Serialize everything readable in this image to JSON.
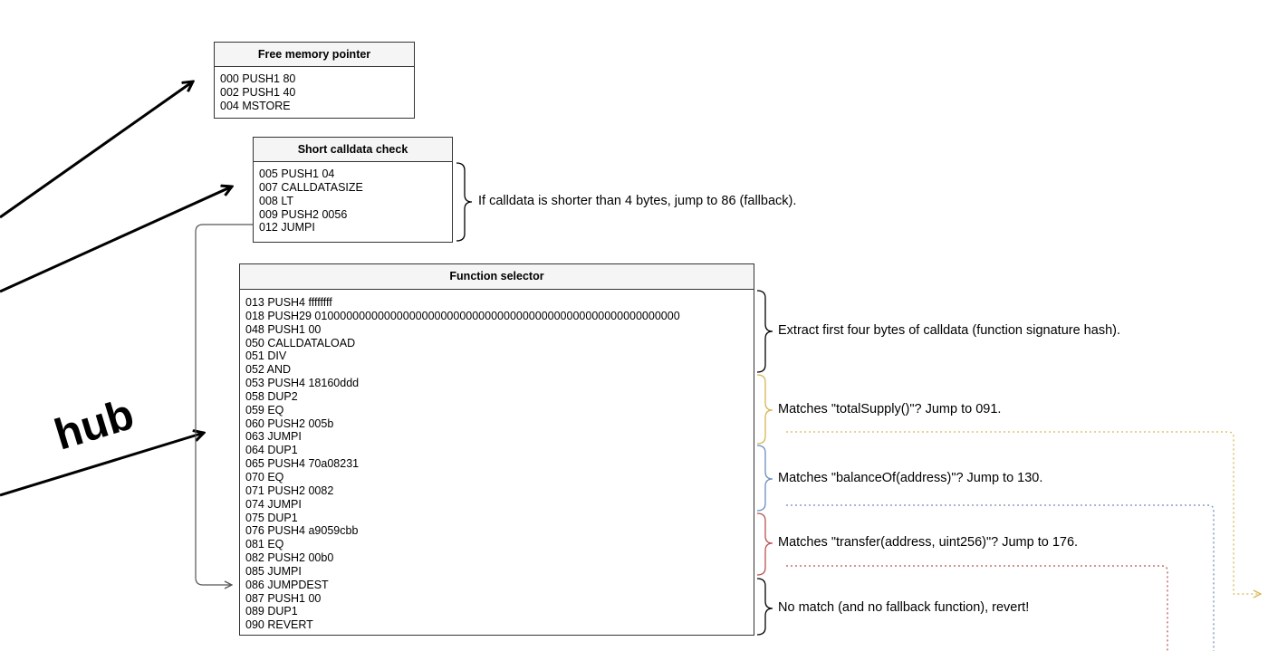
{
  "blocks": {
    "free_memory": {
      "title": "Free memory pointer",
      "lines": [
        "000 PUSH1 80",
        "002 PUSH1 40",
        "004 MSTORE"
      ]
    },
    "short_calldata": {
      "title": "Short calldata check",
      "lines": [
        "005 PUSH1 04",
        "007 CALLDATASIZE",
        "008 LT",
        "009 PUSH2 0056",
        "012 JUMPI"
      ]
    },
    "function_selector": {
      "title": "Function selector",
      "lines": [
        "013 PUSH4 ffffffff",
        "018 PUSH29 0100000000000000000000000000000000000000000000000000000000",
        "048 PUSH1 00",
        "050 CALLDATALOAD",
        "051 DIV",
        "052 AND",
        "053 PUSH4 18160ddd",
        "058 DUP2",
        "059 EQ",
        "060 PUSH2 005b",
        "063 JUMPI",
        "064 DUP1",
        "065 PUSH4 70a08231",
        "070 EQ",
        "071 PUSH2 0082",
        "074 JUMPI",
        "075 DUP1",
        "076 PUSH4 a9059cbb",
        "081 EQ",
        "082 PUSH2 00b0",
        "085 JUMPI",
        "086 JUMPDEST",
        "087 PUSH1 00",
        "089 DUP1",
        "090 REVERT"
      ]
    }
  },
  "annotations": {
    "short_calldata": "If calldata is shorter than 4 bytes, jump to 86 (fallback).",
    "extract": "Extract first four bytes of calldata (function signature hash).",
    "total_supply": "Matches \"totalSupply()\"? Jump to 091.",
    "balance_of": "Matches \"balanceOf(address)\"? Jump to 130.",
    "transfer": "Matches \"transfer(address, uint256)\"? Jump to 176.",
    "no_match": "No match (and no fallback function), revert!"
  },
  "watermark": "hub",
  "colors": {
    "total_supply": "#d6b656",
    "balance_of": "#6c8ebf",
    "transfer": "#b85450",
    "line": "#000000",
    "fallback_arrow": "#555555"
  }
}
